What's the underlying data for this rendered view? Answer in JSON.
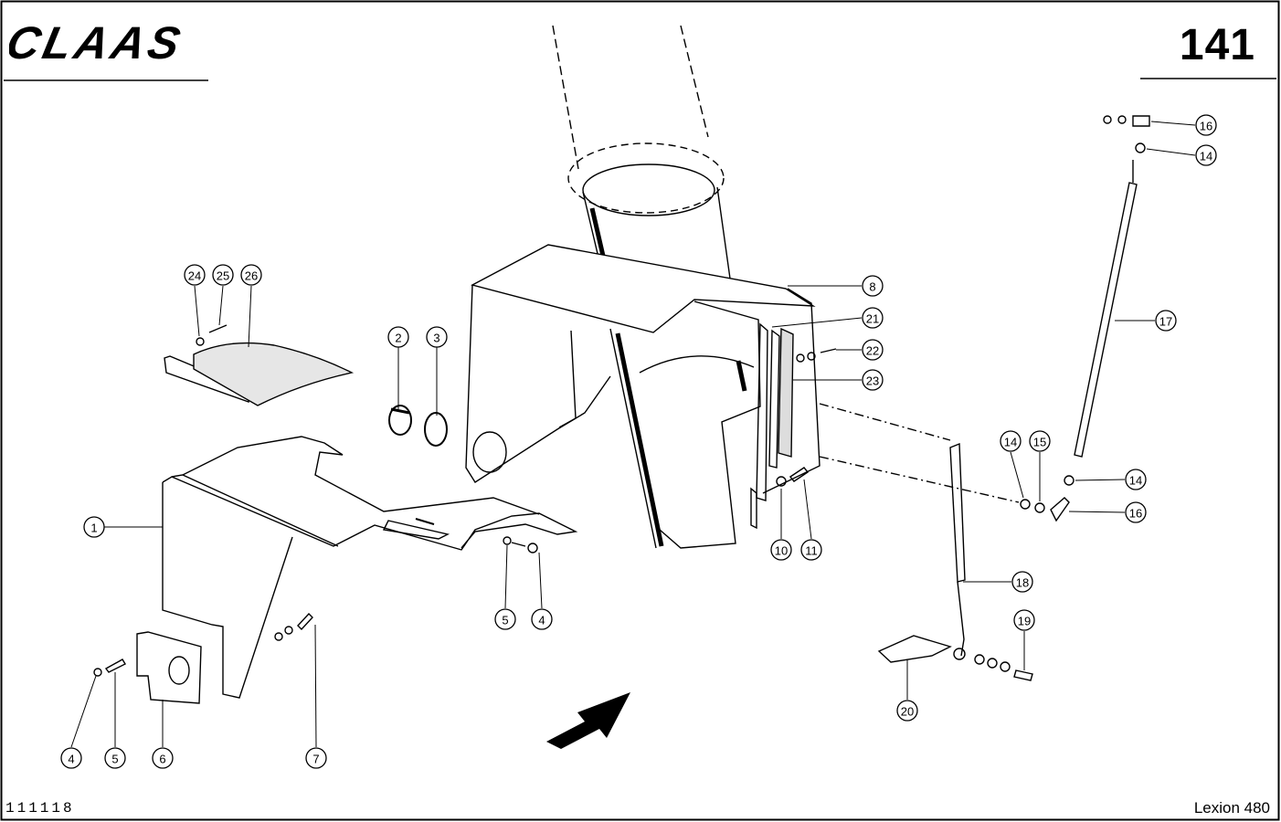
{
  "header": {
    "brand": "CLAAS",
    "page_number": "141"
  },
  "footer": {
    "doc_code": "111118",
    "model": "Lexion 480"
  },
  "callouts": [
    {
      "label": "1"
    },
    {
      "label": "2"
    },
    {
      "label": "3"
    },
    {
      "label": "4"
    },
    {
      "label": "5"
    },
    {
      "label": "4"
    },
    {
      "label": "5"
    },
    {
      "label": "6"
    },
    {
      "label": "7"
    },
    {
      "label": "8"
    },
    {
      "label": "21"
    },
    {
      "label": "22"
    },
    {
      "label": "23"
    },
    {
      "label": "10"
    },
    {
      "label": "11"
    },
    {
      "label": "16"
    },
    {
      "label": "14"
    },
    {
      "label": "17"
    },
    {
      "label": "14"
    },
    {
      "label": "15"
    },
    {
      "label": "14"
    },
    {
      "label": "16"
    },
    {
      "label": "18"
    },
    {
      "label": "19"
    },
    {
      "label": "20"
    },
    {
      "label": "24"
    },
    {
      "label": "25"
    },
    {
      "label": "26"
    }
  ]
}
